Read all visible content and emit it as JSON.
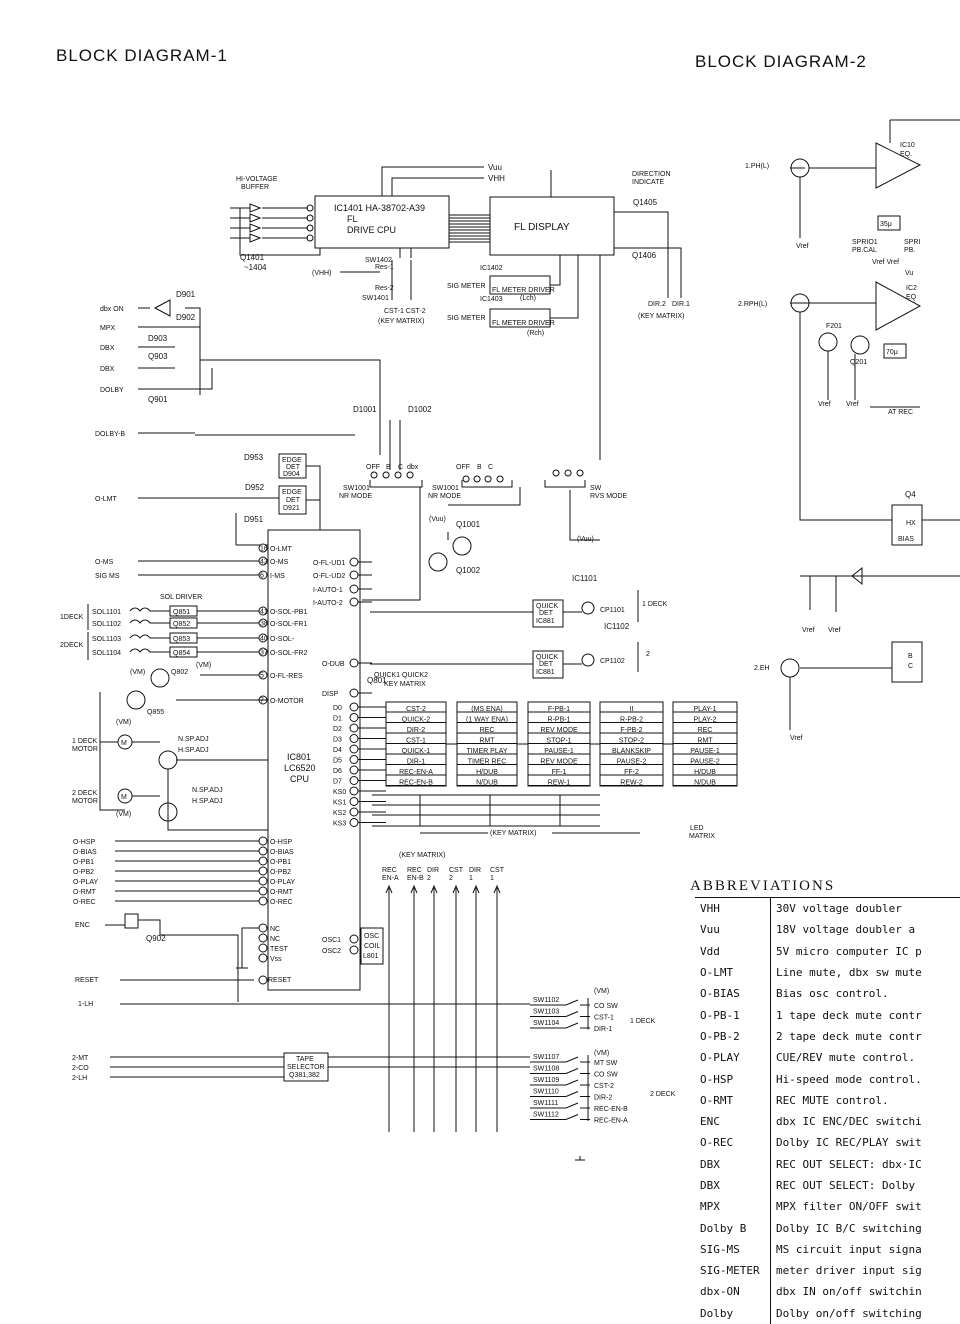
{
  "titles": {
    "left": "BLOCK DIAGRAM-1",
    "right": "BLOCK DIAGRAM-2"
  },
  "cpu_fl": {
    "title": "IC1401 HA-38702-A39",
    "sub1": "FL",
    "sub2": "DRIVE CPU"
  },
  "fl_display": "FL DISPLAY",
  "hv_buffer": [
    "HI-VOLTAGE",
    "BUFFER"
  ],
  "q1401": [
    "Q1401",
    "~1404"
  ],
  "direction": [
    "DIRECTION",
    "INDICATE"
  ],
  "q1405": "Q1405",
  "q1406": "Q1406",
  "vuu_top": "Vuu",
  "vhh_top": "VHH",
  "dir_pins": [
    "DIR.2",
    "DIR.1"
  ],
  "key_matrix_a": "(KEY MATRIX)",
  "meter1": {
    "ic": "IC1402",
    "name": "FL METER DRIVER",
    "ch": "(Lch)",
    "in": "SIG METER"
  },
  "meter2": {
    "ic": "IC1403",
    "name": "FL METER DRIVER",
    "ch": "(Rch)",
    "in": "SIG METER"
  },
  "sw1402": "SW1402",
  "sw1401": "SW1401",
  "res": [
    "Res-1",
    "Res-2"
  ],
  "cst": "CST-1 CST-2",
  "key_matrix_b": "(KEY MATRIX)",
  "vhh_left": "(VHH)",
  "inputs_left": [
    "dbx ON",
    "MPX",
    "DBX",
    "DBX",
    "DOLBY",
    "DOLBY-B",
    "O-LMT",
    "O-MS",
    "SIG MS"
  ],
  "diodes": [
    "D901",
    "D902",
    "D903",
    "Q903",
    "Q901",
    "D1001",
    "D1002",
    "D953",
    "D952",
    "D951"
  ],
  "edge1": [
    "EDGE",
    "DET",
    "D904"
  ],
  "edge2": [
    "EDGE",
    "DET",
    "D921"
  ],
  "sw1001": [
    "SW1001",
    "NR MODE"
  ],
  "sw1001b": [
    "SW1001",
    "NR MODE"
  ],
  "sw_rvs": [
    "SW",
    "RVS MODE"
  ],
  "nr_labels": [
    "OFF",
    "B",
    "C",
    "dbx"
  ],
  "nr_labels2": [
    "OFF",
    "B",
    "C"
  ],
  "vuu_mid": "(Vuu)",
  "vuu_low": "(Vuu)",
  "q1001": "Q1001",
  "q1002": "Q1002",
  "ic1101": "IC1101",
  "ic1102": "IC1102",
  "quick1": [
    "QUICK",
    "DET",
    "IC881"
  ],
  "quick2": [
    "QUICK",
    "DET",
    "IC881"
  ],
  "cp1101": "CP1101",
  "cp1102": "CP1102",
  "deck_1": "1 DECK",
  "deck_2": "2",
  "sol_driver": "SOL DRIVER",
  "sols": [
    "SOL1101",
    "SOL1102",
    "SOL1103",
    "SOL1104"
  ],
  "qs": [
    "Q851",
    "Q852",
    "Q853",
    "Q854"
  ],
  "deck_side": [
    "1DECK",
    "2DECK"
  ],
  "q802": "Q802",
  "q855": "Q855",
  "vm": "(VM)",
  "motor1": [
    "1 DECK",
    "MOTOR"
  ],
  "motor2": [
    "2 DECK",
    "MOTOR"
  ],
  "spadj": [
    "N.SP.ADJ",
    "H.SP.ADJ"
  ],
  "cpu": {
    "name": "IC801",
    "part": "LC6520",
    "type": "CPU"
  },
  "cpu_left_pins": [
    {
      "n": "16",
      "l": "O-LMT"
    },
    {
      "n": "42",
      "l": "O-MS"
    },
    {
      "n": "6",
      "l": "I-MS"
    },
    {
      "n": "41",
      "l": "O-SOL-PB1"
    },
    {
      "n": "38",
      "l": "O-SOL-FR1"
    },
    {
      "n": "40",
      "l": "O-SOL-"
    },
    {
      "n": "37",
      "l": "O-SOL-FR2"
    },
    {
      "n": "5",
      "l": "O-FL-RES"
    },
    {
      "n": "7",
      "l": "O-MOTOR"
    }
  ],
  "cpu_right_pins": [
    "O-FL-UD1",
    "O-FL-UD2",
    "I-AUTO-1",
    "I-AUTO-2",
    "O-DUB",
    "DISP"
  ],
  "quick_matrix": [
    "QUICK1 QUICK2",
    "KEY MATRIX"
  ],
  "q801": "Q801",
  "d_pins": [
    "D0",
    "D1",
    "D2",
    "D3",
    "D4",
    "D5",
    "D6",
    "D7",
    "KS0",
    "KS1",
    "KS2",
    "KS3"
  ],
  "key_cols": [
    [
      "CST-2",
      "QUICK-2",
      "DIR-2",
      "CST-1",
      "QUICK-1",
      "DIR-1",
      "REC-EN-A",
      "REC-EN-B"
    ],
    [
      "(MS ENA)",
      "(1 WAY ENA)",
      "REC",
      "RMT",
      "TIMER PLAY",
      "TIMER REC",
      "H/DUB",
      "N/DUB"
    ],
    [
      "F-PB-1",
      "R-PB-1",
      "REV MODE",
      "STOP-1",
      "PAUSE-1",
      "REV MODE",
      "FF-1",
      "REW-1"
    ],
    [
      "II",
      "R-PB-2",
      "F-PB-2",
      "STOP-2",
      "BLANKSKIP",
      "PAUSE-2",
      "FF-2",
      "REW-2"
    ],
    [
      "PLAY-1",
      "PLAY-2",
      "REC",
      "RMT",
      "PAUSE-1",
      "PAUSE-2",
      "H/DUB",
      "N/DUB"
    ]
  ],
  "key_matrix_lbl": "(KEY MATRIX)",
  "led_matrix": [
    "LED",
    "MATRIX"
  ],
  "key_matrix_c": "(KEY MATRIX)",
  "km_cols": [
    [
      "REC",
      "EN-A"
    ],
    [
      "REC",
      "EN-B"
    ],
    [
      "DIR",
      "2"
    ],
    [
      "CST",
      "2"
    ],
    [
      "DIR",
      "1"
    ],
    [
      "CST",
      "1"
    ]
  ],
  "bottom_inputs": [
    "O-HSP",
    "O-BIAS",
    "O-PB1",
    "O-PB2",
    "O-PLAY",
    "O-RMT",
    "O-REC"
  ],
  "bottom_pins": [
    {
      "n": "14",
      "l": "O-HSP"
    },
    {
      "n": "15",
      "l": "O-BIAS"
    },
    {
      "n": "11",
      "l": "O-PB1"
    },
    {
      "n": "12",
      "l": "O-PB2"
    },
    {
      "n": "13",
      "l": "O-PLAY"
    },
    {
      "n": "18",
      "l": "O-RMT"
    },
    {
      "n": "17",
      "l": "O-REC"
    }
  ],
  "enc": "ENC",
  "q902": "Q902",
  "nc_pins": [
    {
      "n": "8",
      "l": "NC"
    },
    {
      "n": "9",
      "l": "NC"
    },
    {
      "n": "29",
      "l": "TEST"
    },
    {
      "n": "1",
      "l": "Vss"
    }
  ],
  "osc": {
    "pins": [
      {
        "n": "31",
        "l": "OSC1"
      },
      {
        "n": "32",
        "l": "OSC2"
      }
    ],
    "box": [
      "OSC",
      "COIL",
      "L801"
    ]
  },
  "reset": {
    "in": "RESET",
    "n": "28",
    "l": "RESET"
  },
  "lh1": "1-LH",
  "deck2_in": [
    "2-MT",
    "2-CO",
    "2-LH"
  ],
  "tape_sel": [
    "TAPE",
    "SELECTOR",
    "Q381,382"
  ],
  "sw_deck1": [
    {
      "sw": "SW1102",
      "l": "CO SW"
    },
    {
      "sw": "SW1103",
      "l": "CST-1"
    },
    {
      "sw": "SW1104",
      "l": "DIR-1"
    }
  ],
  "sw_deck2": [
    {
      "sw": "SW1107",
      "l": "MT SW"
    },
    {
      "sw": "SW1108",
      "l": "CO SW"
    },
    {
      "sw": "SW1109",
      "l": "CST-2"
    },
    {
      "sw": "SW1110",
      "l": "DIR-2"
    },
    {
      "sw": "SW1111",
      "l": "REC-EN-B"
    },
    {
      "sw": "SW1112",
      "l": "REC-EN-A"
    }
  ],
  "deck1_lbl": "1 DECK",
  "deck2_lbl": "2 DECK",
  "vm_sw": "(VM)",
  "right": {
    "ph1": "1.PH(L)",
    "rph1": "2.RPH(L)",
    "eh": "2.EH",
    "ic1": [
      "IC10",
      "EQ."
    ],
    "ic2": [
      "IC2",
      "EQ"
    ],
    "vref": "Vref",
    "f201": "F201",
    "q201": "Q201",
    "sprio": [
      "SPRIO1",
      "PB.CAL"
    ],
    "spr2": [
      "SPRI",
      "PB."
    ],
    "vrefvref": "Vref Vref",
    "c35": "35μ",
    "c70": "70μ",
    "atrec": "AT REC",
    "q4": "Q4",
    "hx": "HX",
    "bias": "BIAS",
    "b": "B",
    "cc": "C",
    "vu": "Vu"
  },
  "abbr_title": "ABBREVIATIONS",
  "abbreviations": [
    {
      "k": "VHH",
      "v": "30V voltage doubler"
    },
    {
      "k": "Vuu",
      "v": "18V voltage doubler a"
    },
    {
      "k": "Vdd",
      "v": "5V micro computer IC p"
    },
    {
      "k": "O-LMT",
      "v": "Line mute, dbx sw mute"
    },
    {
      "k": "O-BIAS",
      "v": "Bias osc control."
    },
    {
      "k": "O-PB-1",
      "v": "1 tape deck mute contr"
    },
    {
      "k": "O-PB-2",
      "v": "2 tape deck mute contr"
    },
    {
      "k": "O-PLAY",
      "v": "CUE/REV mute control."
    },
    {
      "k": "O-HSP",
      "v": "Hi-speed mode control."
    },
    {
      "k": "O-RMT",
      "v": "REC MUTE control."
    },
    {
      "k": "ENC",
      "v": "dbx IC ENC/DEC switchi"
    },
    {
      "k": "O-REC",
      "v": "Dolby IC REC/PLAY swit"
    },
    {
      "k": "DBX",
      "v": "REC OUT SELECT: dbx·IC"
    },
    {
      "k": "DBX",
      "v": "REC OUT SELECT: Dolby"
    },
    {
      "k": "MPX",
      "v": "MPX filter ON/OFF swit"
    },
    {
      "k": "Dolby B",
      "v": "Dolby IC B/C switching"
    },
    {
      "k": "SIG-MS",
      "v": "MS circuit input signa"
    },
    {
      "k": "SIG-METER",
      "v": "meter driver input sig"
    },
    {
      "k": "dbx-ON",
      "v": "dbx IN on/off switchin"
    },
    {
      "k": "Dolby",
      "v": "Dolby on/off switching"
    }
  ]
}
